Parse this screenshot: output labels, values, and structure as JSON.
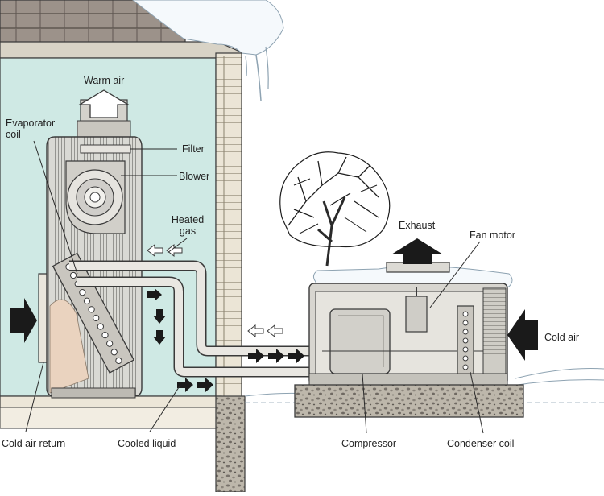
{
  "labels": {
    "warm_air": "Warm air",
    "evaporator_coil": "Evaporator coil",
    "filter": "Filter",
    "blower": "Blower",
    "heated_gas": "Heated gas",
    "exhaust": "Exhaust",
    "fan_motor": "Fan motor",
    "cold_air": "Cold air",
    "cold_air_return": "Cold air return",
    "cooled_liquid": "Cooled liquid",
    "compressor": "Compressor",
    "condenser_coil": "Condenser coil"
  },
  "colors": {
    "interior": "#cfe9e4",
    "wall": "#ece6d8",
    "roof": "#9a8f86",
    "snow": "#f4f8fb",
    "concrete": "#b9b3a8",
    "unit_body": "#d8d6d0",
    "pipe": "#e9e7e2",
    "arrow_dark": "#1a1a1a",
    "line": "#3a3a3a"
  }
}
